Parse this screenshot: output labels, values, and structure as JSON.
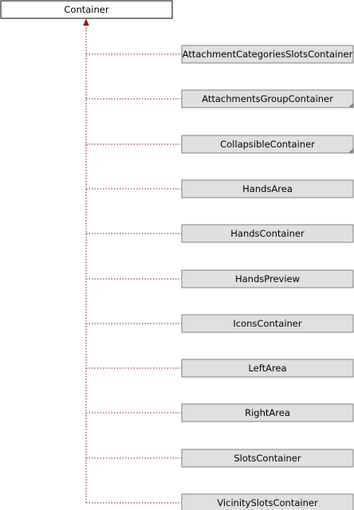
{
  "root": {
    "label": "Container"
  },
  "children": [
    {
      "label": "AttachmentCategoriesSlotsContainer",
      "has_more": false
    },
    {
      "label": "AttachmentsGroupContainer",
      "has_more": true
    },
    {
      "label": "CollapsibleContainer",
      "has_more": true
    },
    {
      "label": "HandsArea",
      "has_more": false
    },
    {
      "label": "HandsContainer",
      "has_more": false
    },
    {
      "label": "HandsPreview",
      "has_more": false
    },
    {
      "label": "IconsContainer",
      "has_more": false
    },
    {
      "label": "LeftArea",
      "has_more": false
    },
    {
      "label": "RightArea",
      "has_more": false
    },
    {
      "label": "SlotsContainer",
      "has_more": false
    },
    {
      "label": "VicinitySlotsContainer",
      "has_more": false
    }
  ],
  "colors": {
    "edge": "#8b1a1a",
    "root_fill": "#ffffff",
    "root_stroke": "#000000",
    "child_fill": "#e0e0e0",
    "child_stroke": "#808080",
    "more_marker": "#808080"
  }
}
